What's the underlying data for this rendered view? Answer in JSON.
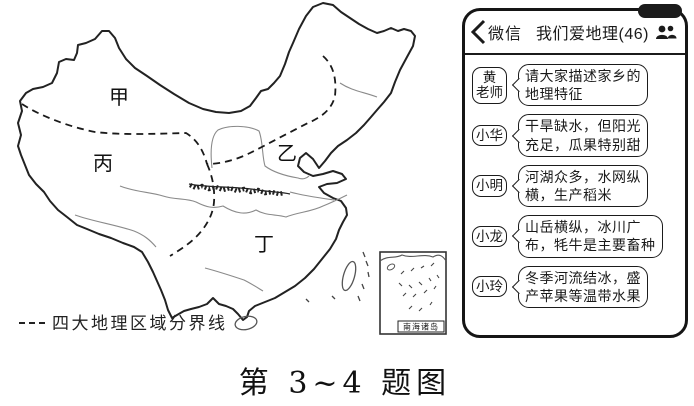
{
  "map": {
    "region_labels": {
      "jia": "甲",
      "yi": "乙",
      "bing": "丙",
      "ding": "丁"
    },
    "legend_label": "四大地理区域分界线",
    "legend_symbol": "dashed-line",
    "inset_label": "南海诸岛"
  },
  "phone": {
    "header": {
      "back_label": "微信",
      "title": "我们爱地理(46)"
    },
    "icons": {
      "back": "chevron-left-icon",
      "members": "group-members-icon",
      "notch": "phone-notch"
    },
    "messages": [
      {
        "name": "黄\n老师",
        "text": "请大家描述家乡的\n地理特征"
      },
      {
        "name": "小华",
        "text": "干旱缺水，但阳光\n充足，瓜果特别甜"
      },
      {
        "name": "小明",
        "text": "河湖众多，水网纵\n横，生产稻米"
      },
      {
        "name": "小龙",
        "text": "山岳横纵，冰川广\n布，牦牛是主要畜种"
      },
      {
        "name": "小玲",
        "text": "冬季河流结冰，盛\n产苹果等温带水果"
      }
    ]
  },
  "caption": "第 3~4 题图",
  "colors": {
    "ink": "#1a1a1a",
    "river": "#8a8a8a"
  }
}
